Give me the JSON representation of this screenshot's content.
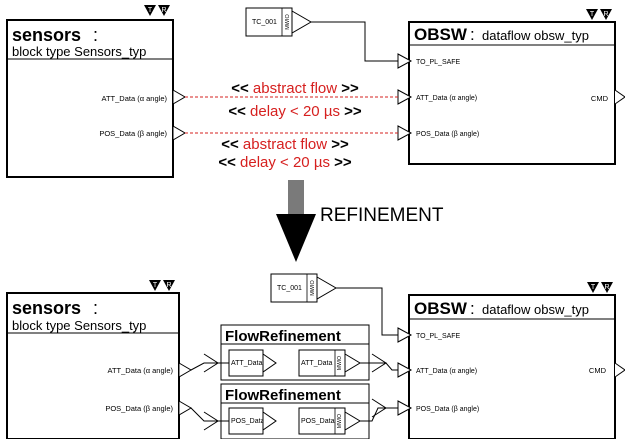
{
  "top": {
    "sensors_name": "sensors",
    "colon": ":",
    "sensors_type": "block type Sensors_typ",
    "att_port": "ATT_Data (α angle)",
    "pos_port": "POS_Data (β angle)",
    "tc_label": "TC_001",
    "mwio": "MWIO",
    "obsw_name": "OBSW",
    "obsw_type": "dataflow obsw_typ",
    "in_pl_safe": "TO_PL_SAFE",
    "in_att": "ATT_Data (α angle)",
    "in_pos": "POS_Data (β angle)",
    "cmd": "CMD",
    "flow1_label": "<< abstract flow >>",
    "flow1_delay": "<< delay < 20 µs >>",
    "flow2_label": "<< abstract flow >>",
    "flow2_delay": "<< delay < 20 µs >>",
    "badge_t": "T",
    "badge_r": "R"
  },
  "refinement_label": "REFINEMENT",
  "bottom": {
    "sensors_name": "sensors",
    "colon": ":",
    "sensors_type": "block type Sensors_typ",
    "att_port": "ATT_Data (α angle)",
    "pos_port": "POS_Data (β angle)",
    "tc_label": "TC_001",
    "mwio": "MWIO",
    "obsw_name": "OBSW",
    "obsw_type": "dataflow obsw_typ",
    "in_pl_safe": "TO_PL_SAFE",
    "in_att": "ATT_Data (α angle)",
    "in_pos": "POS_Data (β angle)",
    "cmd": "CMD",
    "fr1_title": "FlowRefinement",
    "fr1_in": "ATT_Data",
    "fr1_out": "ATT_Data",
    "fr2_title": "FlowRefinement",
    "fr2_in": "POS_Data",
    "fr2_out": "POS_Data",
    "badge_t": "T",
    "badge_r": "R"
  },
  "colors": {
    "abstract_flow": "#d6201f",
    "arrow": "#7a7a7a"
  }
}
